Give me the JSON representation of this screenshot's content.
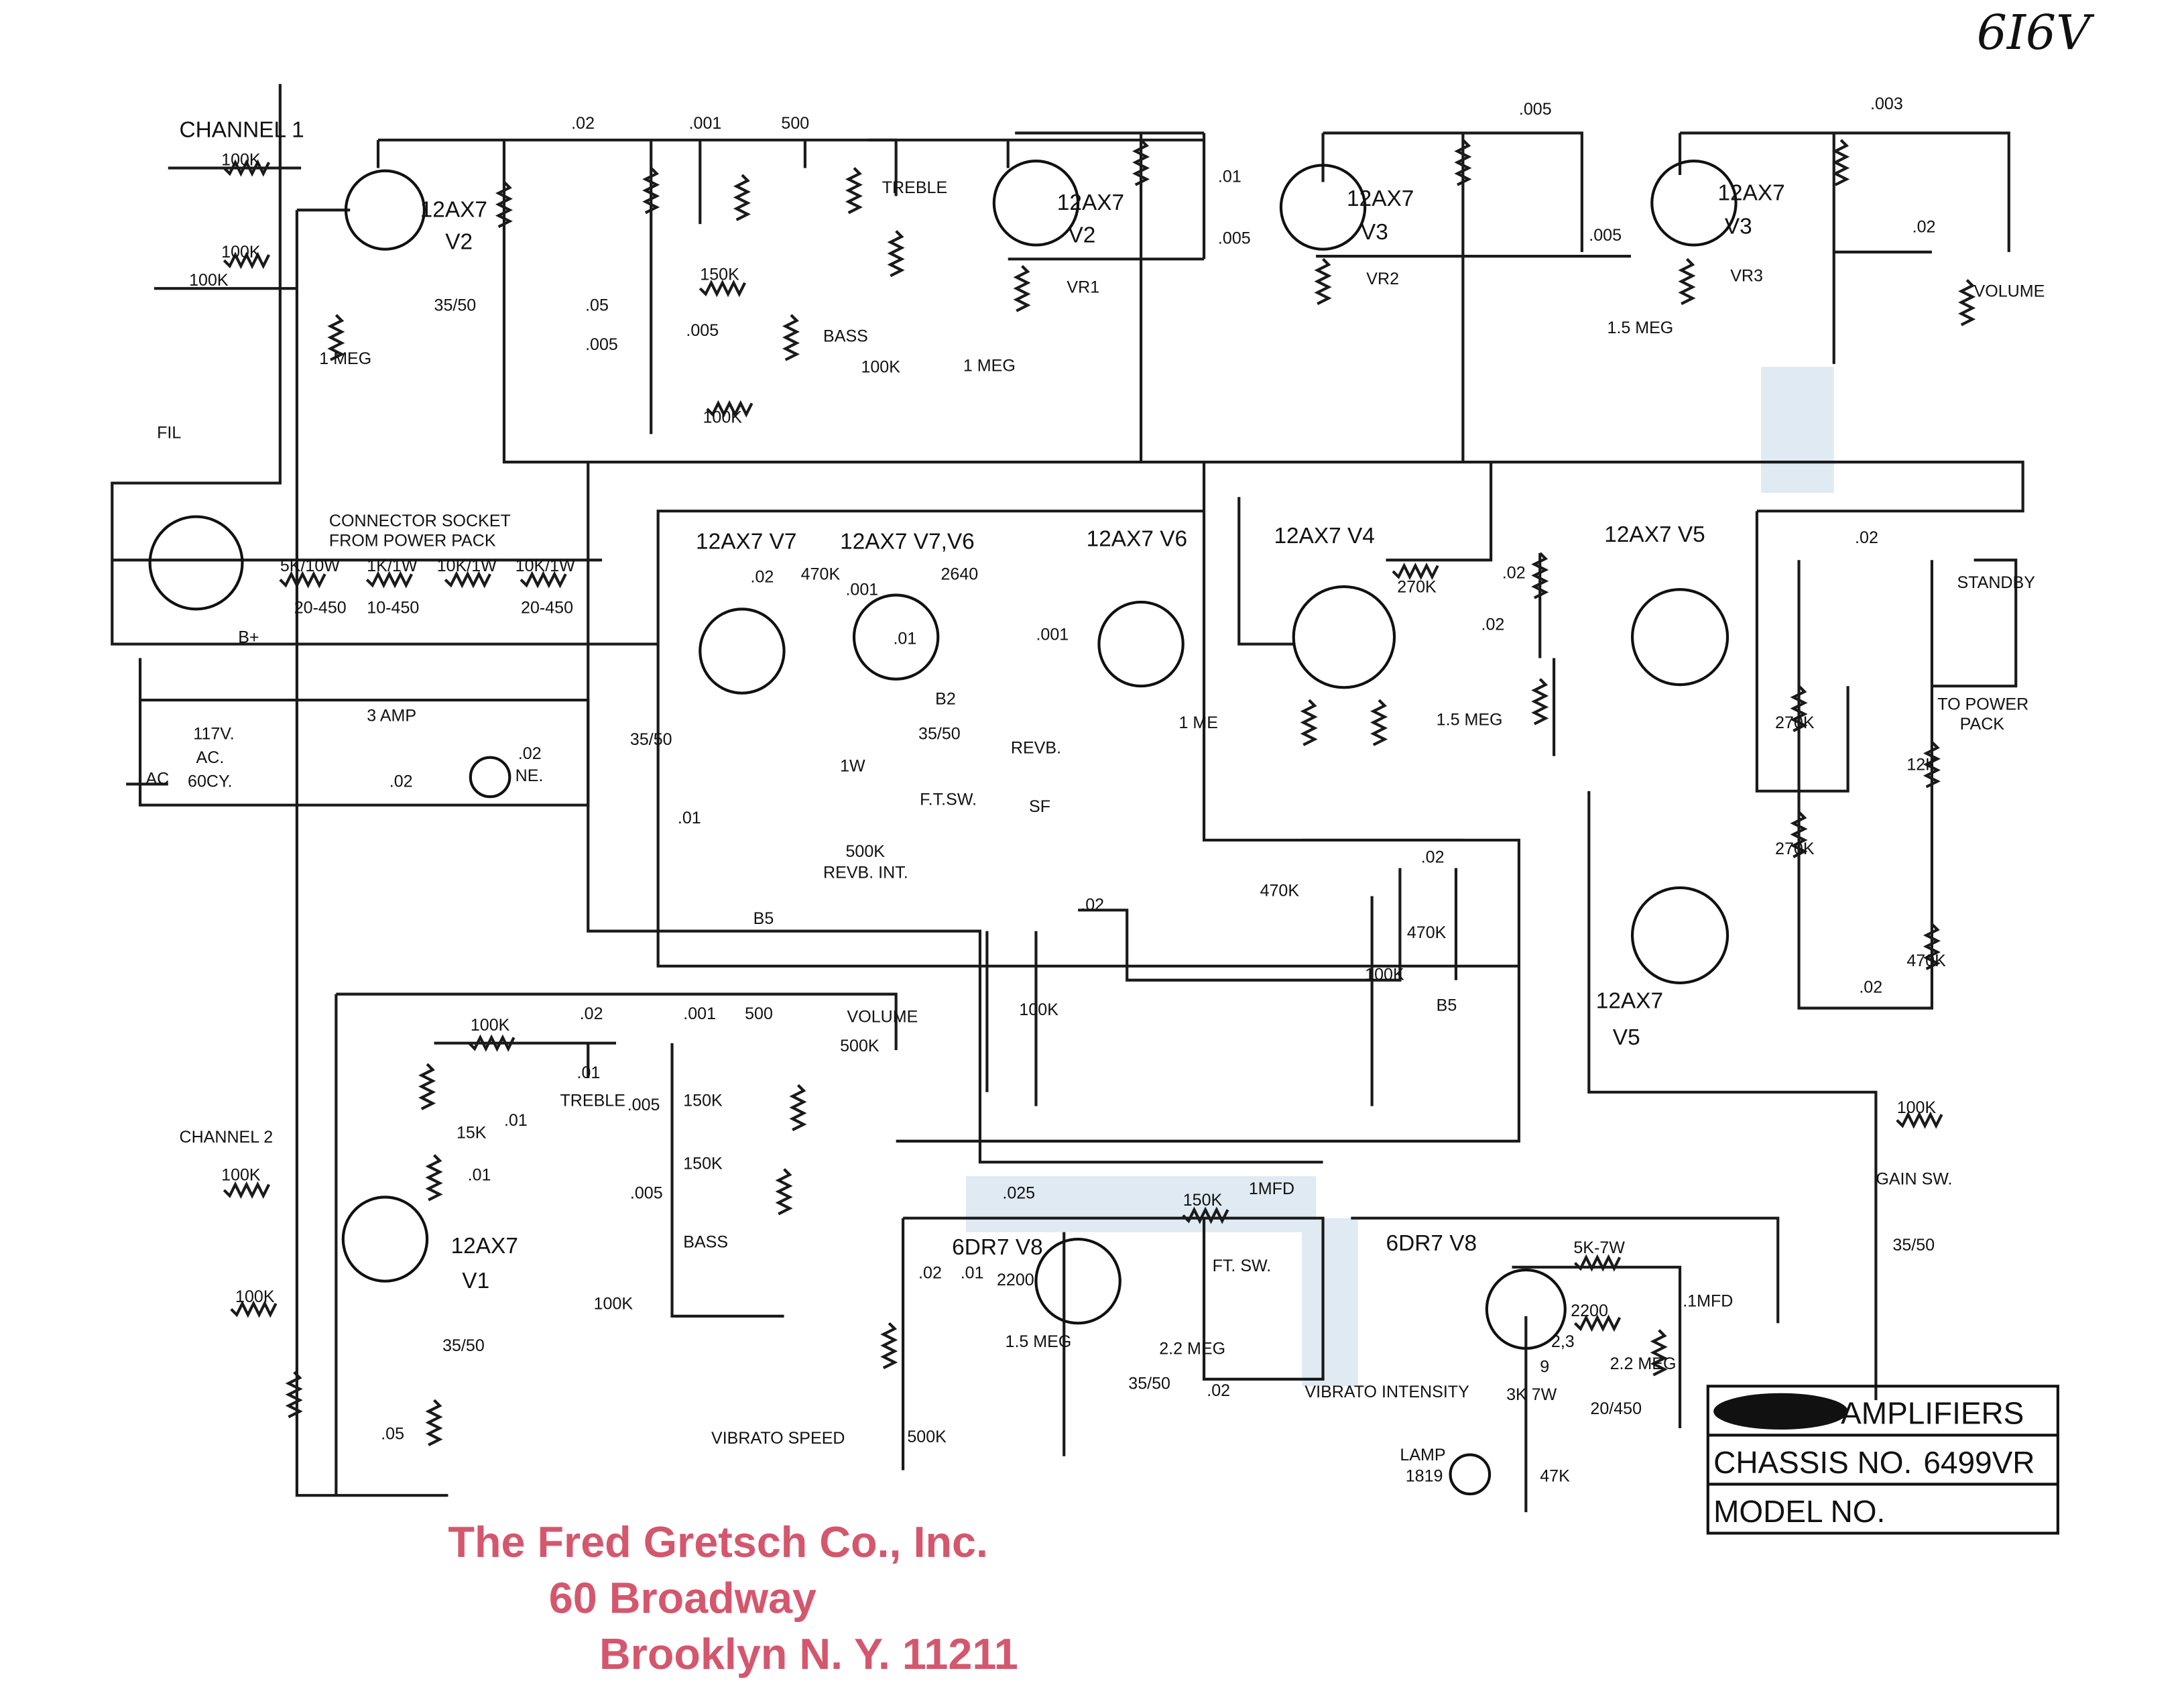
{
  "corner_note": "6I6V",
  "colors": {
    "ink": "#111111",
    "stamp": "#d4576d",
    "highlight": "#dfeaf2"
  },
  "title_block": {
    "brand_redacted": true,
    "line1": "AMPLIFIERS",
    "chassis_label": "CHASSIS NO.",
    "chassis_value": "6499VR",
    "model_label": "MODEL NO.",
    "model_value": ""
  },
  "stamp": {
    "line1": "The Fred Gretsch Co., Inc.",
    "line2": "60 Broadway",
    "line3": "Brooklyn  N. Y. 11211"
  },
  "labels": [
    "CHANNEL 1",
    "100K",
    "100K",
    "100K",
    "12AX7",
    "V2",
    ".02",
    ".001",
    "500",
    "TREBLE",
    "150K",
    ".005",
    "BASS",
    "100K",
    "100K",
    ".005",
    ".05",
    "35/50",
    "12AX7",
    "V2",
    "VR1",
    ".01",
    ".005",
    "12AX7",
    "V3",
    "VR2",
    ".005",
    ".005",
    "12AX7",
    "V3",
    "VR3",
    ".003",
    ".02",
    "VOLUME",
    "FIL",
    "CONNECTOR SOCKET",
    "FROM POWER PACK",
    "5K/10W",
    "1K/1W",
    "10K/1W",
    "10K/1W",
    "20-450",
    "10-450",
    "20-450",
    "B+",
    "3 AMP",
    "117V.",
    "AC.",
    "60CY.",
    ".02",
    "NE.",
    ".02",
    "AC",
    "12AX7 V7",
    "12AX7 V7,V6",
    "12AX7 V6",
    ".02",
    "470K",
    ".001",
    "2640",
    ".01",
    "B2",
    "35/50",
    "35/50",
    "1W",
    "REVB.",
    "F.T.SW.",
    "SF",
    ".001",
    "1 ME",
    ".01",
    "500K",
    "REVB. INT.",
    "B5",
    "12AX7 V4",
    ".02",
    "270K",
    ".02",
    "1.5 MEG",
    "12AX7 V5",
    ".02",
    "STANDBY",
    "TO POWER",
    "PACK",
    "270K",
    "270K",
    "12K",
    "470K",
    ".02",
    ".02",
    "B5",
    "12AX7",
    "V5",
    ".02",
    "100K",
    ".02",
    ".001",
    "500",
    "VOLUME",
    "500K",
    ".01",
    "15K",
    ".01",
    "CHANNEL 2",
    "100K",
    ".01",
    "TREBLE",
    ".005",
    ".005",
    "150K",
    "150K",
    "BASS",
    "12AX7",
    "V1",
    "35/50",
    "100K",
    "100K",
    ".05",
    "VIBRATO   SPEED",
    "500K",
    "6DR7 V8",
    ".025",
    "150K",
    "1MFD",
    ".02",
    ".01",
    "2200",
    "1.5 MEG",
    "35/50",
    "2.2 MEG",
    ".02",
    "FT. SW.",
    "VIBRATO   INTENSITY",
    "6DR7 V8",
    "5K-7W",
    ".1MFD",
    "2200",
    "2,3",
    "9",
    "2.2 MEG",
    "20/450",
    "3K 7W",
    "LAMP",
    "1819",
    "47K",
    "100K",
    "GAIN SW.",
    "35/50",
    "1 MEG",
    "1 MEG",
    "1.5 MEG",
    "470K",
    "470K",
    "100K",
    "100K"
  ]
}
